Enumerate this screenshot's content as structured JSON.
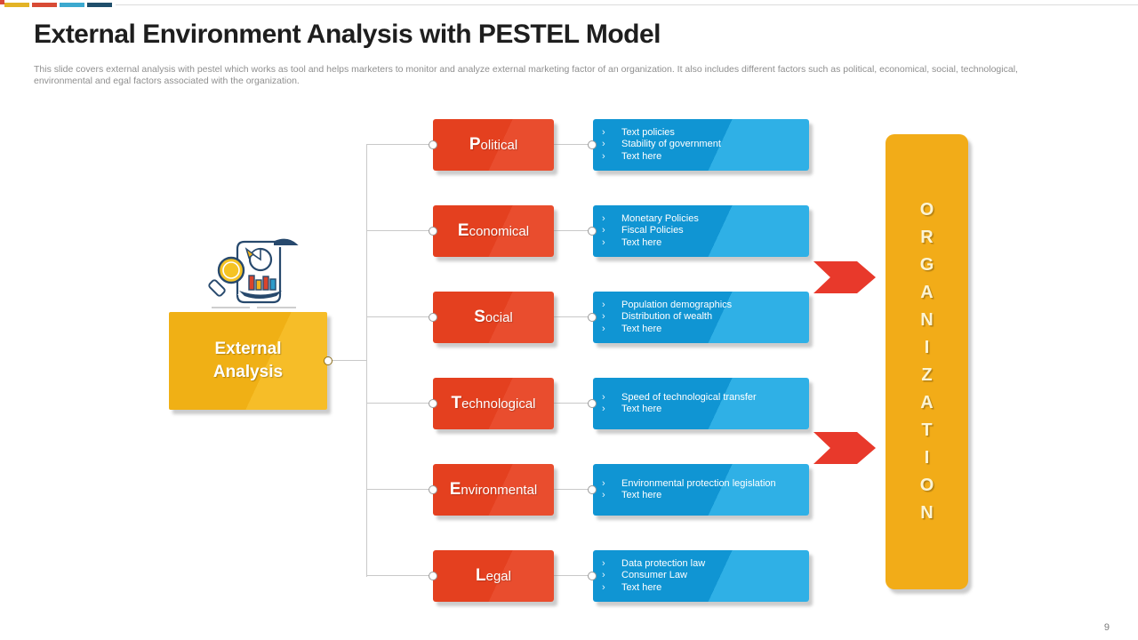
{
  "slide": {
    "title": "External Environment Analysis with PESTEL Model",
    "subtitle": "This slide covers external analysis with pestel which works as tool and helps marketers to monitor and analyze external marketing factor of an organization. It also includes different factors such as political, economical, social, technological, environmental and egal factors associated with the organization.",
    "page_number": "9"
  },
  "colors": {
    "accent_yellow": "#f2ac18",
    "accent_red": "#e8432b",
    "accent_blue": "#18a3dd",
    "accent_navy": "#1f4e6b",
    "topbar_yellow": "#e3b326",
    "topbar_red": "#d84b35",
    "topbar_lightblue": "#3ca9cf",
    "topbar_navy": "#1f4e6b",
    "connector_gray": "#c9c9c9"
  },
  "bullet_char": "›",
  "source_node": {
    "label_line1": "External",
    "label_line2": "Analysis"
  },
  "factors": [
    {
      "name": "Political",
      "initial": "P",
      "rest": "olitical",
      "items": [
        "Text policies",
        "Stability of government",
        "Text here"
      ]
    },
    {
      "name": "Economical",
      "initial": "E",
      "rest": "conomical",
      "items": [
        "Monetary Policies",
        "Fiscal Policies",
        "Text here"
      ]
    },
    {
      "name": "Social",
      "initial": "S",
      "rest": "ocial",
      "items": [
        "Population demographics",
        "Distribution of wealth",
        "Text here"
      ]
    },
    {
      "name": "Technological",
      "initial": "T",
      "rest": "echnological",
      "items": [
        "Speed of technological transfer",
        "Text here"
      ]
    },
    {
      "name": "Environmental",
      "initial": "E",
      "rest": "nvironmental",
      "items": [
        "Environmental protection legislation",
        "Text here"
      ]
    },
    {
      "name": "Legal",
      "initial": "L",
      "rest": "egal",
      "items": [
        "Data protection law",
        "Consumer Law",
        "Text here"
      ]
    }
  ],
  "organization": {
    "label": "ORGANIZATION",
    "letters": [
      "O",
      "R",
      "G",
      "A",
      "N",
      "I",
      "Z",
      "A",
      "T",
      "I",
      "O",
      "N"
    ]
  }
}
